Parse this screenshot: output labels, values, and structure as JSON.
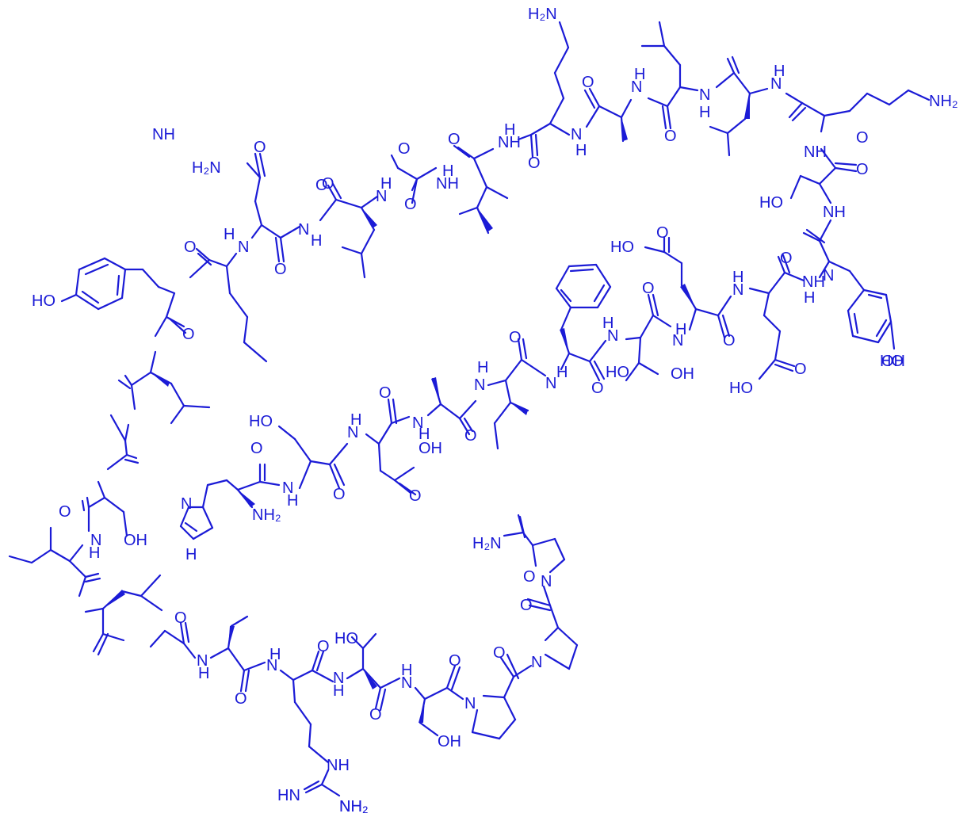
{
  "drawing": {
    "color": "#1b1bd6",
    "background": "#ffffff"
  },
  "labels": {
    "a1": "H₂N",
    "a2": "O",
    "a3": "O",
    "a4": "O",
    "a5": "O",
    "a6": "NH₂",
    "a7": "NH",
    "a8": "NH",
    "a9": "N",
    "a10": "N",
    "a11": "N",
    "a12": "N",
    "a13": "H",
    "a14": "H",
    "a15": "H",
    "a16": "H",
    "a17": "H",
    "a18": "H",
    "a19": "H₂N",
    "a20": "O",
    "a21": "O",
    "a22": "O",
    "a23": "O",
    "a24": "HO",
    "a25": "NH",
    "a26": "O",
    "a27": "HO",
    "a28": "O",
    "a29": "NH",
    "a30": "N",
    "a31": "H",
    "a32": "HO",
    "a33": "O",
    "a34": "NH",
    "a35": "O",
    "a36": "HO",
    "a37": "N",
    "a38": "H",
    "a39": "O",
    "a40": "N",
    "a41": "H",
    "a42": "O",
    "a43": "N",
    "a44": "H",
    "a45": "O",
    "a46": "OH",
    "a47": "HO",
    "a48": "O",
    "a49": "OH",
    "a50": "HO",
    "a51": "N",
    "a52": "H",
    "a53": "O",
    "a54": "NH₂",
    "a55": "O",
    "a56": "H",
    "a57": "N",
    "a58": "O",
    "a59": "H",
    "a60": "N",
    "a61": "O",
    "a62": "N",
    "a63": "H",
    "a64": "O",
    "a65": "HO",
    "a66": "O",
    "a67": "N",
    "a68": "H",
    "a69": "NH",
    "a70": "NH₂",
    "a71": "N",
    "a72": "H",
    "a73": "H",
    "a74": "N",
    "a75": "O",
    "a76": "O",
    "a77": "OH",
    "a78": "N",
    "a79": "H",
    "a80": "N",
    "a81": "H",
    "a82": "O",
    "a83": "O",
    "a84": "N",
    "a85": "H",
    "a86": "OH",
    "a87": "O",
    "a88": "H₂N",
    "a89": "O",
    "a90": "N",
    "a91": "O",
    "a92": "N",
    "a93": "O",
    "a94": "HO",
    "a95": "O",
    "a96": "N",
    "a97": "H",
    "a98": "N",
    "a99": "O",
    "a100": "OH",
    "a101": "N",
    "a102": "H",
    "a103": "O",
    "a104": "N",
    "a105": "H",
    "a106": "O",
    "a107": "N",
    "a108": "H",
    "a109": "O",
    "a110": "NH",
    "a111": "HN",
    "a112": "NH₂"
  }
}
